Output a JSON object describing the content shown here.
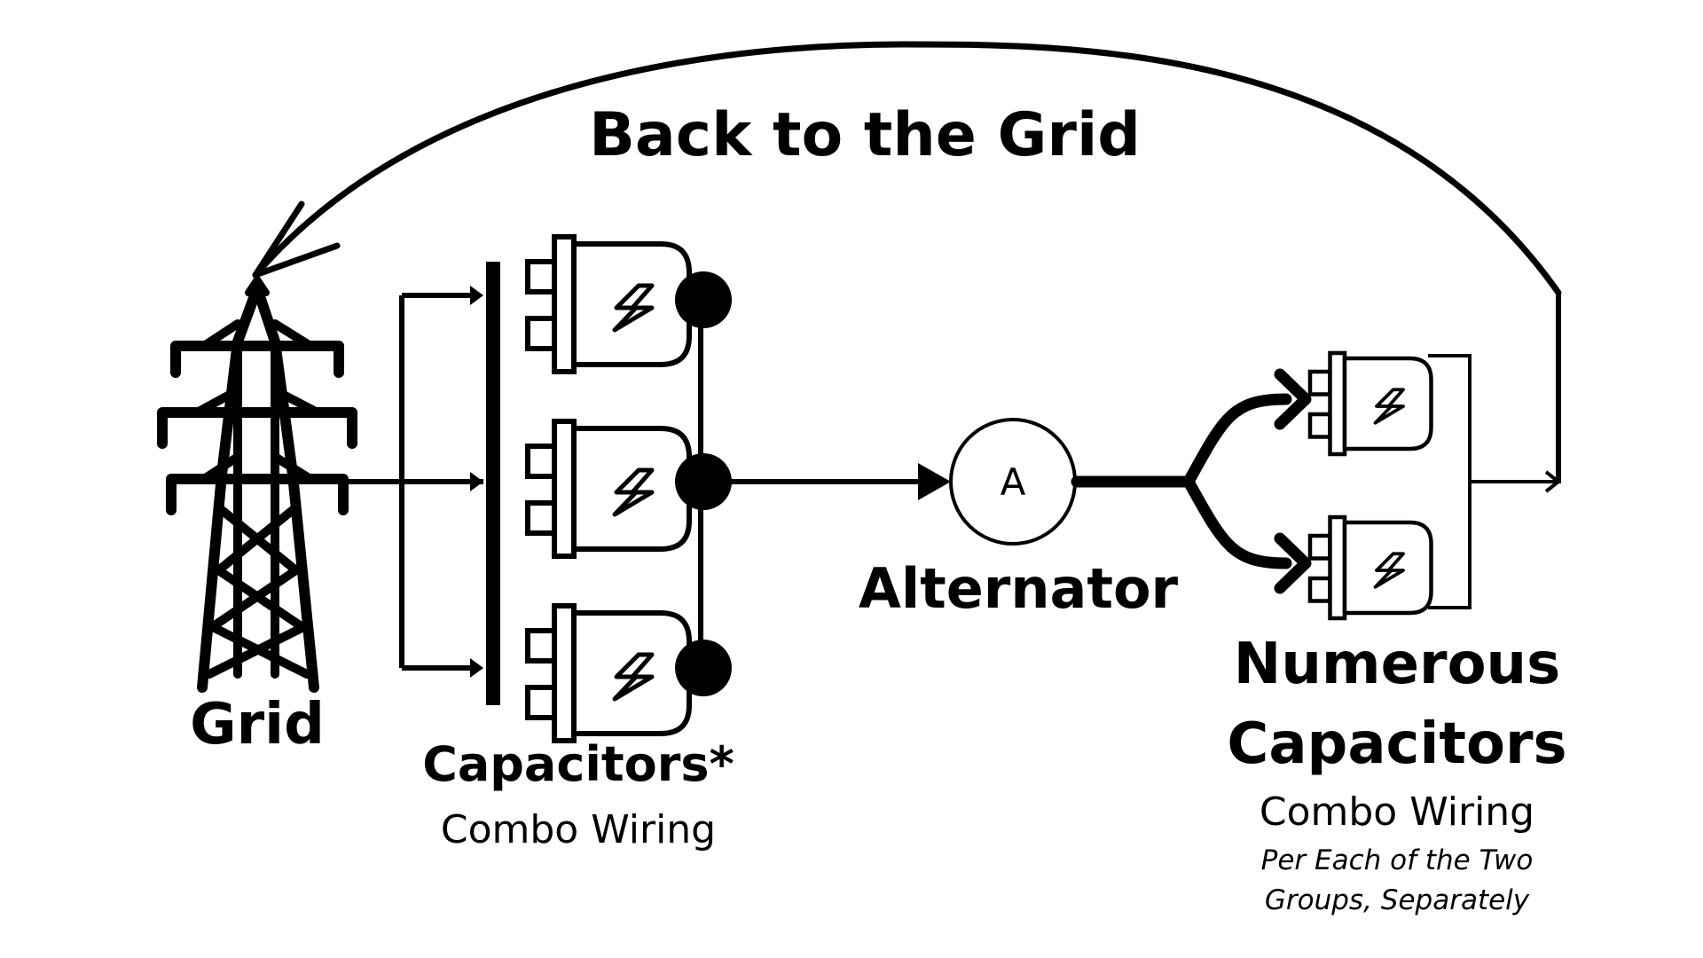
{
  "labels": {
    "back_to_grid": "Back to the Grid",
    "grid": "Grid",
    "capacitors_star": "Capacitors*",
    "combo_wiring_left": "Combo Wiring",
    "alternator": "Alternator",
    "alternator_symbol": "A",
    "numerous": "Numerous",
    "capacitors": "Capacitors",
    "combo_wiring_right": "Combo Wiring",
    "note_line1": "Per Each of the Two",
    "note_line2": "Groups, Separately"
  },
  "colors": {
    "ink": "#000000",
    "background": "#ffffff"
  },
  "icons": {
    "tower": "transmission-tower-icon",
    "capacitor": "capacitor-icon",
    "bolt": "lightning-bolt-icon"
  }
}
